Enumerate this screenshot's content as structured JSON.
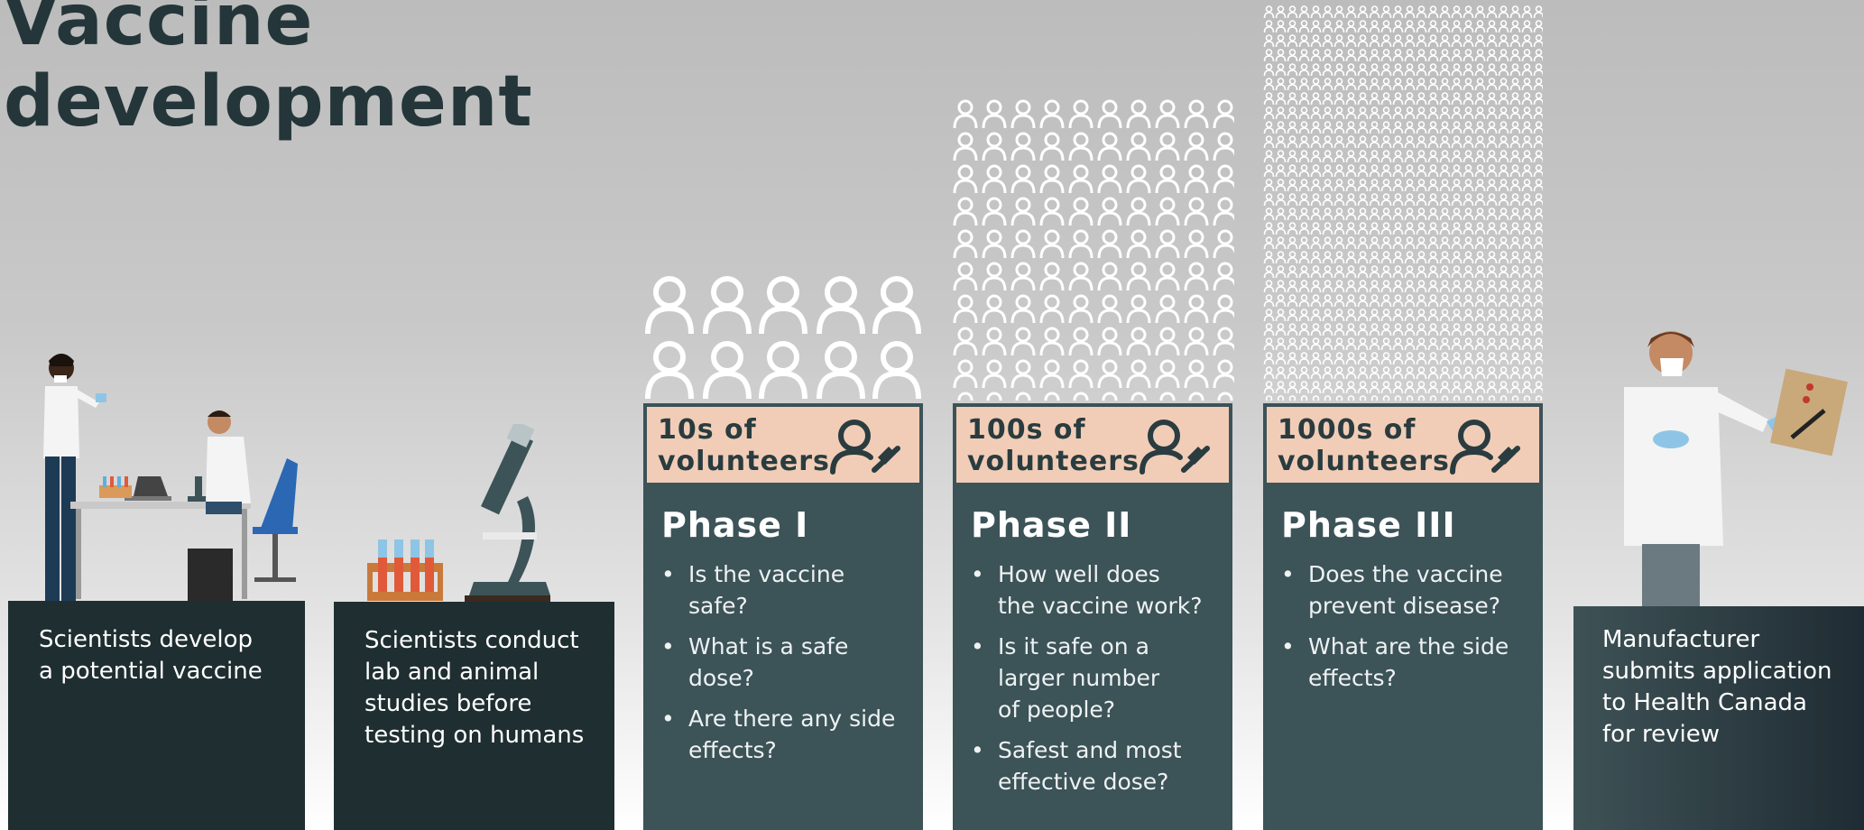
{
  "title": "Vaccine\ndevelopment",
  "steps": [
    {
      "text": "Scientists develop\na potential vaccine"
    },
    {
      "text": "Scientists conduct\nlab and animal\nstudies before\ntesting on humans"
    },
    {
      "text": "Manufacturer\nsubmits application\nto Health Canada\nfor review"
    }
  ],
  "phases": [
    {
      "name": "Phase I",
      "volunteers": "10s of\nvolunteers",
      "questions": [
        "Is the vaccine safe?",
        "What is a safe\ndose?",
        "Are there any side\neffects?"
      ]
    },
    {
      "name": "Phase II",
      "volunteers": "100s of\nvolunteers",
      "questions": [
        "How well does\nthe vaccine work?",
        "Is it safe on a\nlarger number\nof people?",
        "Safest and most\neffective dose?"
      ]
    },
    {
      "name": "Phase III",
      "volunteers": "1000s of\nvolunteers",
      "questions": [
        "Does the vaccine\nprevent disease?",
        "What are the side\neffects?"
      ]
    }
  ],
  "colors": {
    "dark": "#1f2e31",
    "phase": "#3c5358",
    "volunteer_box": "#f1cdb7",
    "title": "#243639"
  }
}
